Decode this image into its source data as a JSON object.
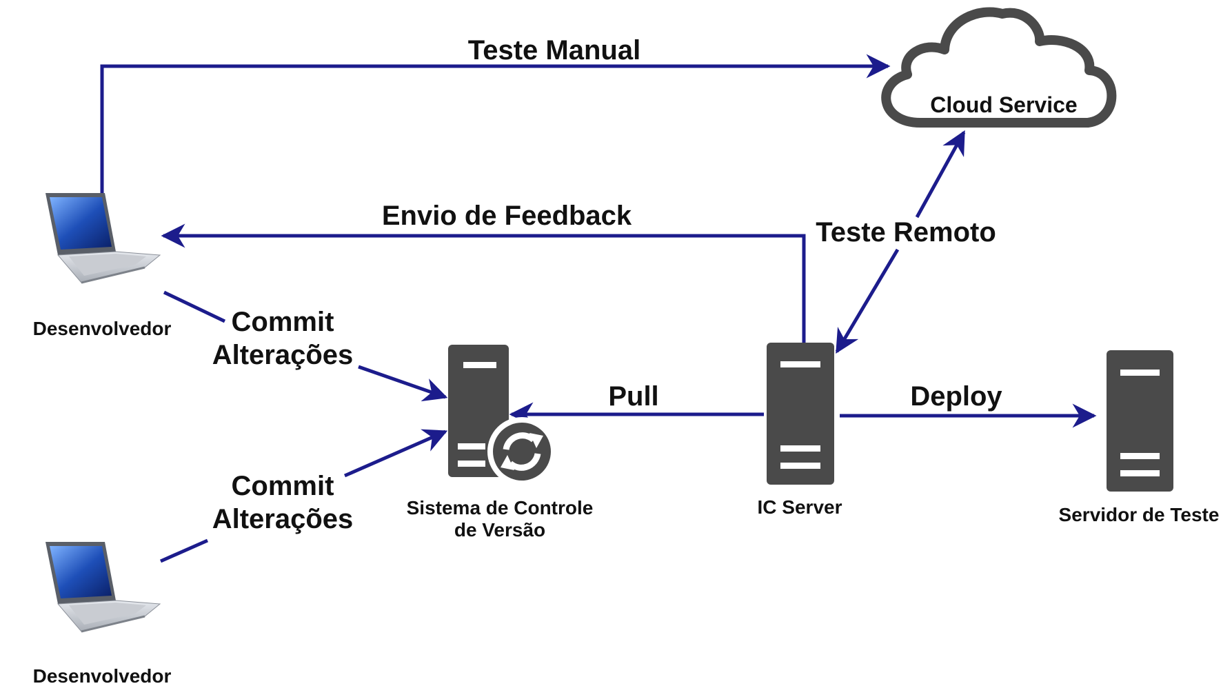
{
  "colors": {
    "arrow": "#1c1c8c",
    "server": "#4a4a4a",
    "text": "#111111"
  },
  "nodes": {
    "developer_top": {
      "label": "Desenvolvedor",
      "icon": "laptop-icon"
    },
    "developer_bottom": {
      "label": "Desenvolvedor",
      "icon": "laptop-icon"
    },
    "cloud": {
      "label": "Cloud Service",
      "icon": "cloud-icon"
    },
    "vcs": {
      "label_line1": "Sistema de Controle",
      "label_line2": "de Versão",
      "icon": "server-sync-icon"
    },
    "ci_server": {
      "label": "IC Server",
      "icon": "server-icon"
    },
    "test_server": {
      "label": "Servidor de Teste",
      "icon": "server-icon"
    }
  },
  "edges": {
    "manual_test": "Teste Manual",
    "feedback": "Envio de Feedback",
    "remote_test": "Teste Remoto",
    "commit_top_line1": "Commit",
    "commit_top_line2": "Alterações",
    "commit_bottom_line1": "Commit",
    "commit_bottom_line2": "Alterações",
    "pull": "Pull",
    "deploy": "Deploy"
  }
}
